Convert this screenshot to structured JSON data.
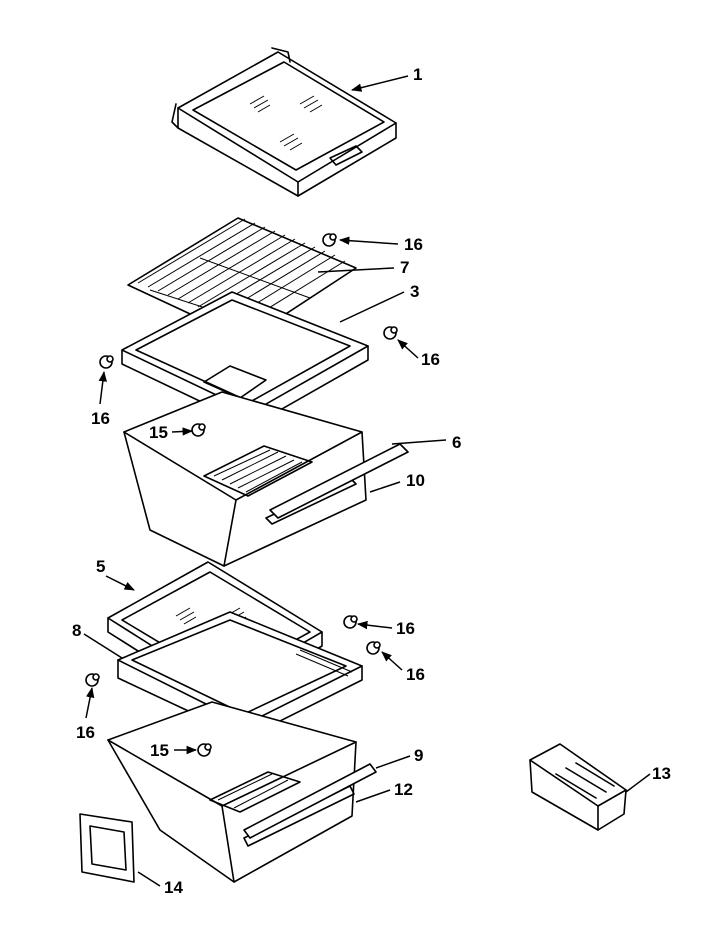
{
  "header": {
    "text": ""
  },
  "callouts": [
    {
      "id": "1",
      "label": "1"
    },
    {
      "id": "16a",
      "label": "16"
    },
    {
      "id": "7",
      "label": "7"
    },
    {
      "id": "3",
      "label": "3"
    },
    {
      "id": "16b",
      "label": "16"
    },
    {
      "id": "16c",
      "label": "16"
    },
    {
      "id": "15a",
      "label": "15"
    },
    {
      "id": "6",
      "label": "6"
    },
    {
      "id": "10",
      "label": "10"
    },
    {
      "id": "5",
      "label": "5"
    },
    {
      "id": "16d",
      "label": "16"
    },
    {
      "id": "8",
      "label": "8"
    },
    {
      "id": "16e",
      "label": "16"
    },
    {
      "id": "16f",
      "label": "16"
    },
    {
      "id": "15b",
      "label": "15"
    },
    {
      "id": "9",
      "label": "9"
    },
    {
      "id": "12",
      "label": "12"
    },
    {
      "id": "13",
      "label": "13"
    },
    {
      "id": "14",
      "label": "14"
    }
  ]
}
